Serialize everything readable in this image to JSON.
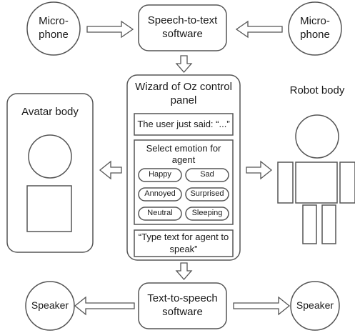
{
  "mic_left": "Micro-phone",
  "mic_right": "Micro-phone",
  "stt": "Speech-to-text software",
  "panel": {
    "title": "Wizard of Oz control panel",
    "user_said": "The user just said: “...”",
    "emotion_title": "Select emotion for agent",
    "emotions": [
      "Happy",
      "Sad",
      "Annoyed",
      "Surprised",
      "Neutral",
      "Sleeping"
    ],
    "type_text": "“Type text for agent to speak”"
  },
  "avatar": "Avatar body",
  "robot": "Robot body",
  "tts": "Text-to-speech software",
  "speaker_left": "Speaker",
  "speaker_right": "Speaker"
}
